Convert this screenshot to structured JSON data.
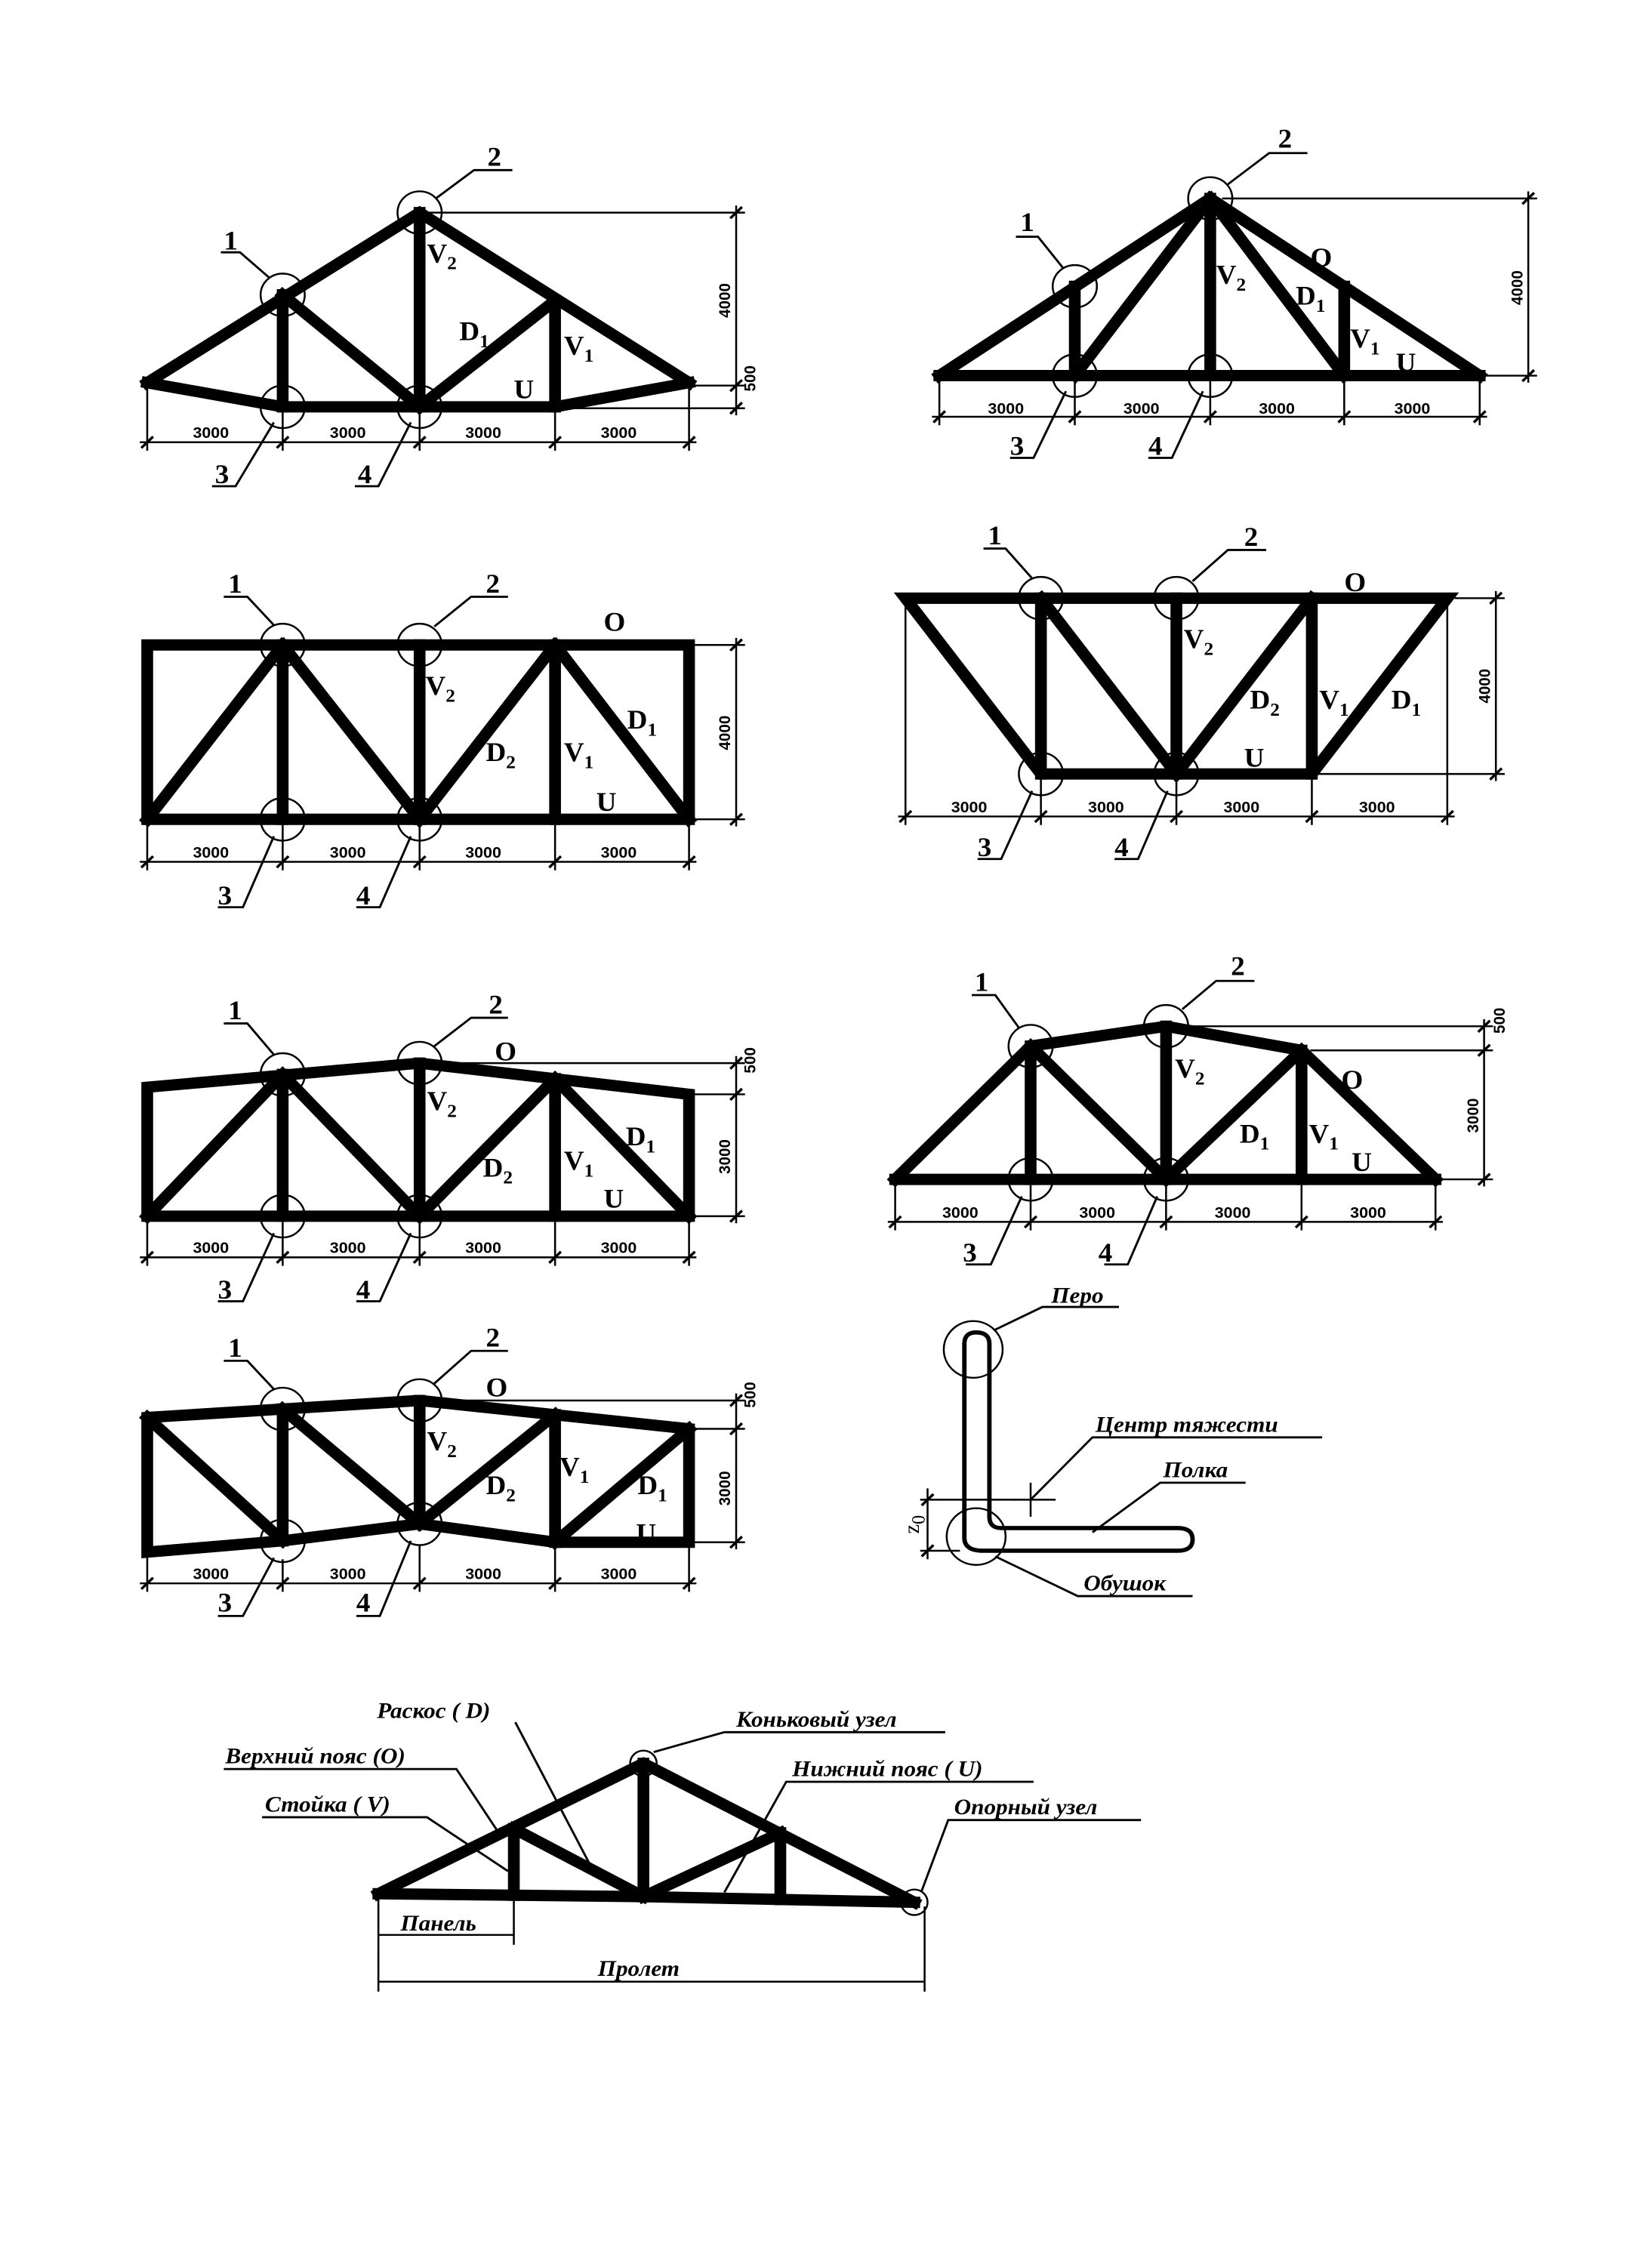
{
  "dims": {
    "panel_3000": "3000",
    "height_4000": "4000",
    "height_3000": "3000",
    "offset_500": "500"
  },
  "node_labels": [
    "1",
    "2",
    "3",
    "4"
  ],
  "member_labels": {
    "top_chord": "O",
    "bottom_chord": "U",
    "diagonal": "D",
    "vertical": "V",
    "sub_1": "1",
    "sub_2": "2"
  },
  "angle_section": {
    "pero": "Перо",
    "centroid": "Центр тяжести",
    "polka": "Полка",
    "obushok": "Обушок",
    "z0_letter": "z",
    "z0_sub": "0"
  },
  "anatomy": {
    "diagonal": "Раскос ( D)",
    "ridge_node": "Коньковый узел",
    "top_chord": "Верхний пояс (O)",
    "bottom_chord": "Нижний пояс ( U)",
    "vertical": "Стойка ( V)",
    "support_node": "Опорный узел",
    "panel": "Панель",
    "span": "Пролет"
  }
}
